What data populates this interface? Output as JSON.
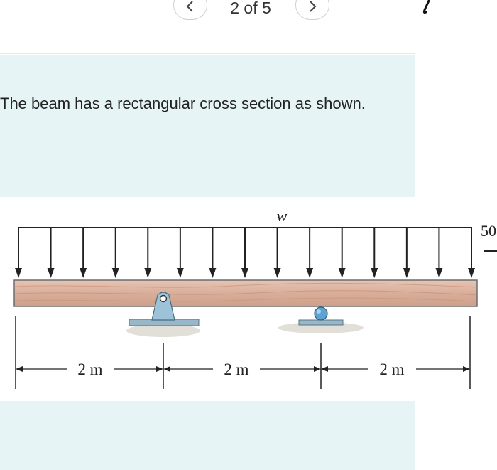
{
  "nav": {
    "counter": "2 of 5"
  },
  "question": {
    "text": "The beam has a rectangular cross section as shown."
  },
  "figure": {
    "load_label": "w",
    "cut_label": "50",
    "spans": [
      "2 m",
      "2 m",
      "2 m"
    ],
    "icons": {
      "prev": "chevron-left-icon",
      "next": "chevron-right-icon"
    }
  }
}
